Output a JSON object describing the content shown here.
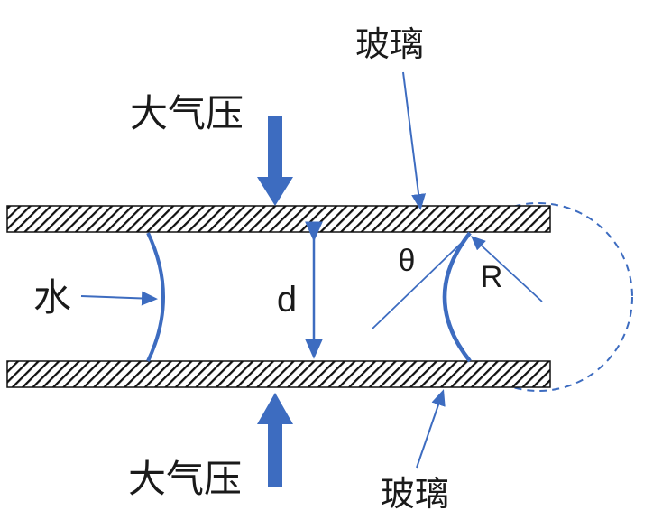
{
  "diagram": {
    "title_hint": "capillary water between two glass plates",
    "labels": {
      "glass_top": "玻璃",
      "glass_bottom": "玻璃",
      "pressure_top": "大气压",
      "pressure_bottom": "大气压",
      "water": "水",
      "gap": "d",
      "contact_angle": "θ",
      "radius": "R"
    },
    "colors": {
      "accent_blue": "#3d6cc0",
      "plate_ink": "#111111",
      "background": "#ffffff"
    }
  }
}
